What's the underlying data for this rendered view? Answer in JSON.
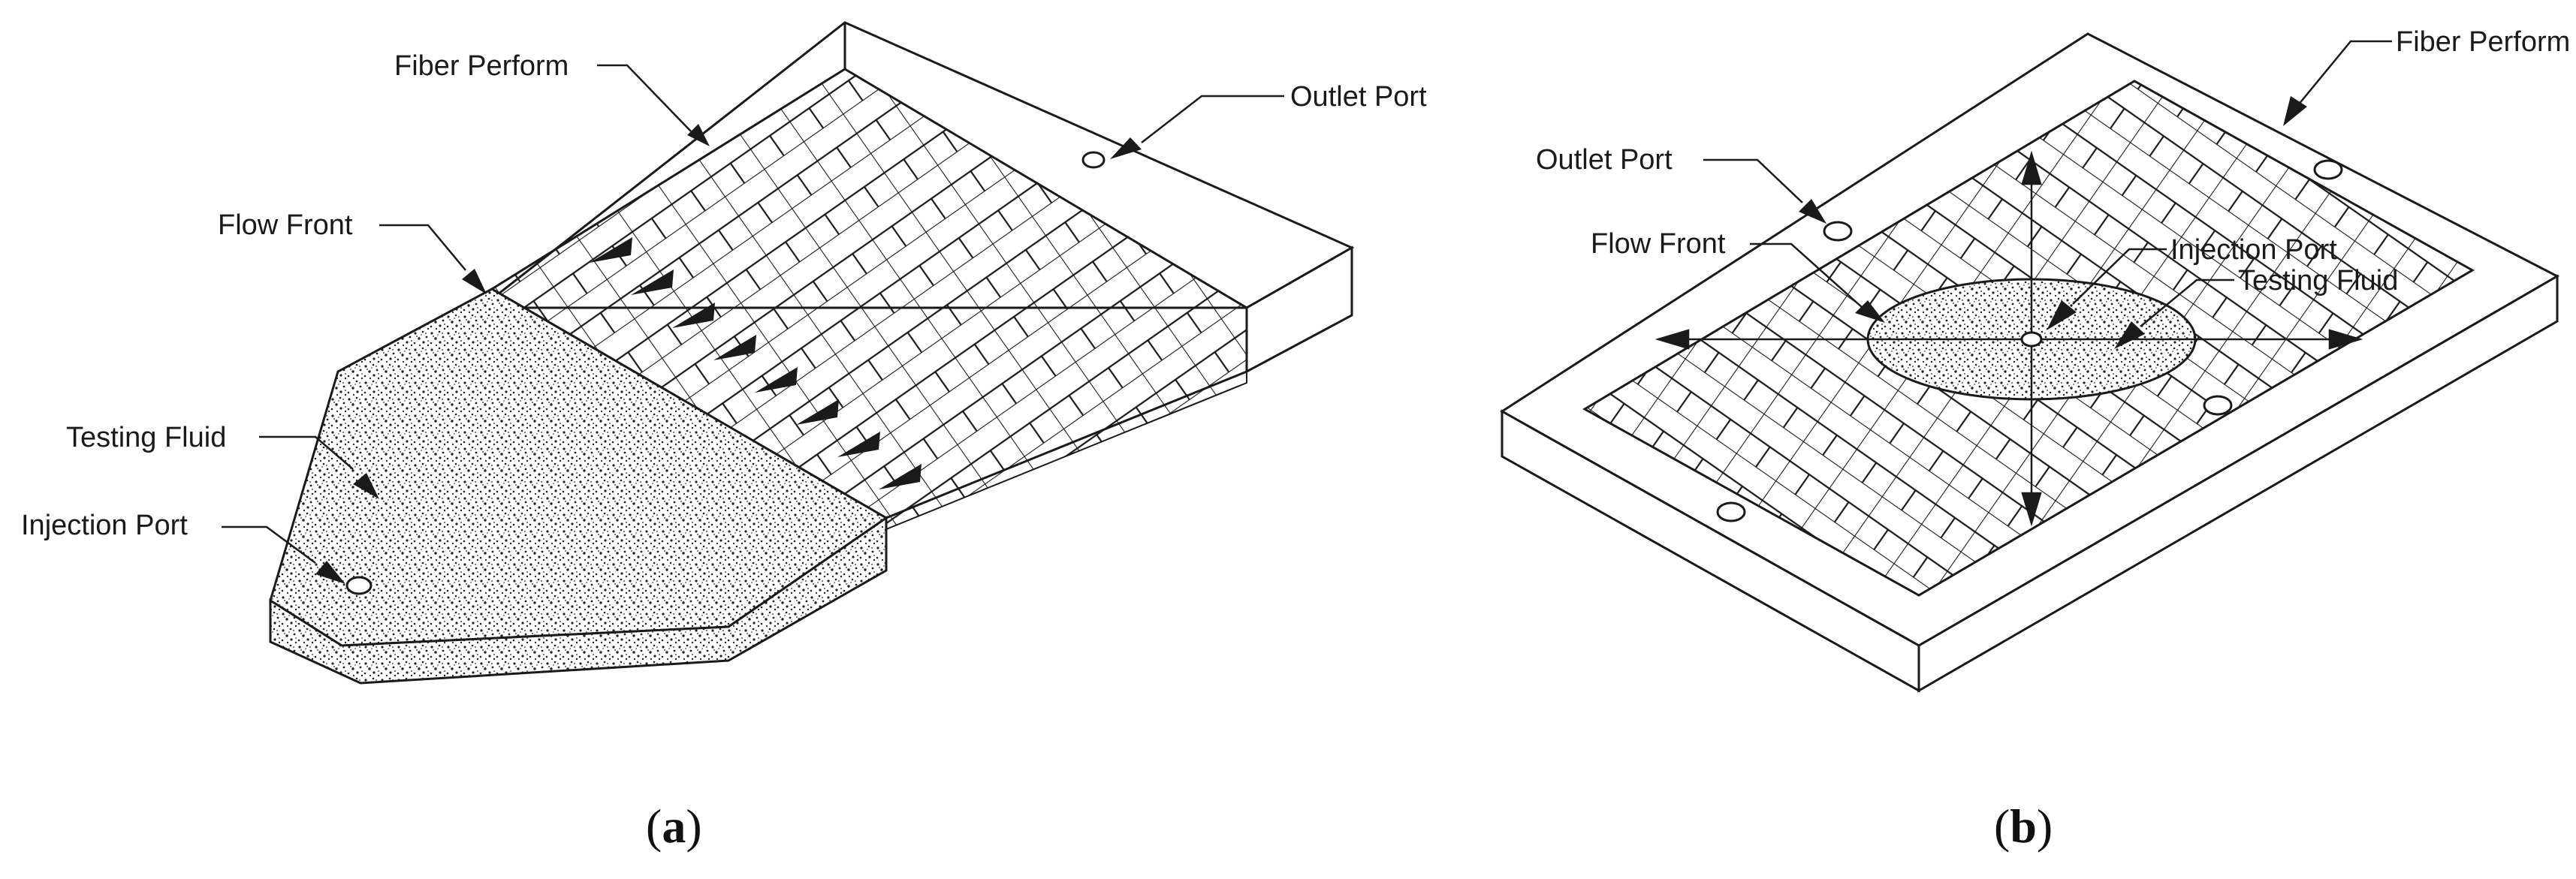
{
  "panel_a": {
    "labels": {
      "fiber_perform": "Fiber Perform",
      "outlet_port": "Outlet Port",
      "flow_front": "Flow Front",
      "testing_fluid": "Testing Fluid",
      "injection_port": "Injection Port"
    },
    "caption": {
      "open": "(",
      "letter": "a",
      "close": ")"
    }
  },
  "panel_b": {
    "labels": {
      "fiber_perform": "Fiber Perform",
      "outlet_port": "Outlet Port",
      "flow_front": "Flow Front",
      "injection_port": "Injection Port",
      "testing_fluid": "Testing Fluid"
    },
    "caption": {
      "open": "(",
      "letter": "b",
      "close": ")"
    }
  },
  "colors": {
    "line": "#1a1a1a",
    "fluid_dot": "#222222",
    "background": "#ffffff"
  }
}
